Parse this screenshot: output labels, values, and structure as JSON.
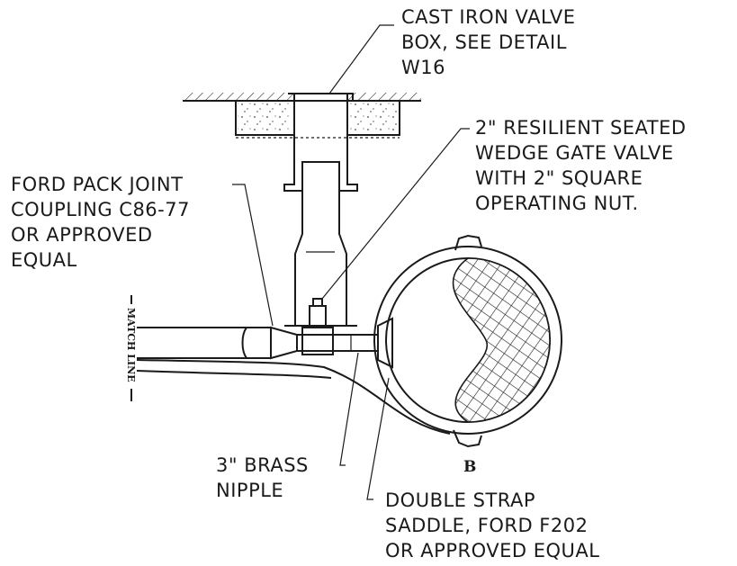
{
  "labels": {
    "valve_box": [
      "CAST IRON VALVE",
      "BOX, SEE DETAIL",
      "W16"
    ],
    "gate_valve": [
      "2\" RESILIENT SEATED",
      "WEDGE GATE VALVE",
      "WITH 2\" SQUARE",
      "OPERATING NUT."
    ],
    "coupling": [
      "FORD PACK JOINT",
      "COUPLING C86-77",
      "OR APPROVED",
      "EQUAL"
    ],
    "nipple": [
      "3\" BRASS",
      "NIPPLE"
    ],
    "saddle": [
      "DOUBLE STRAP",
      "SADDLE, FORD F202",
      "OR APPROVED EQUAL"
    ],
    "match_line": "MATCH LINE",
    "section_mark": "B"
  },
  "colors": {
    "ink": "#1a1a1a",
    "background": "#ffffff"
  }
}
